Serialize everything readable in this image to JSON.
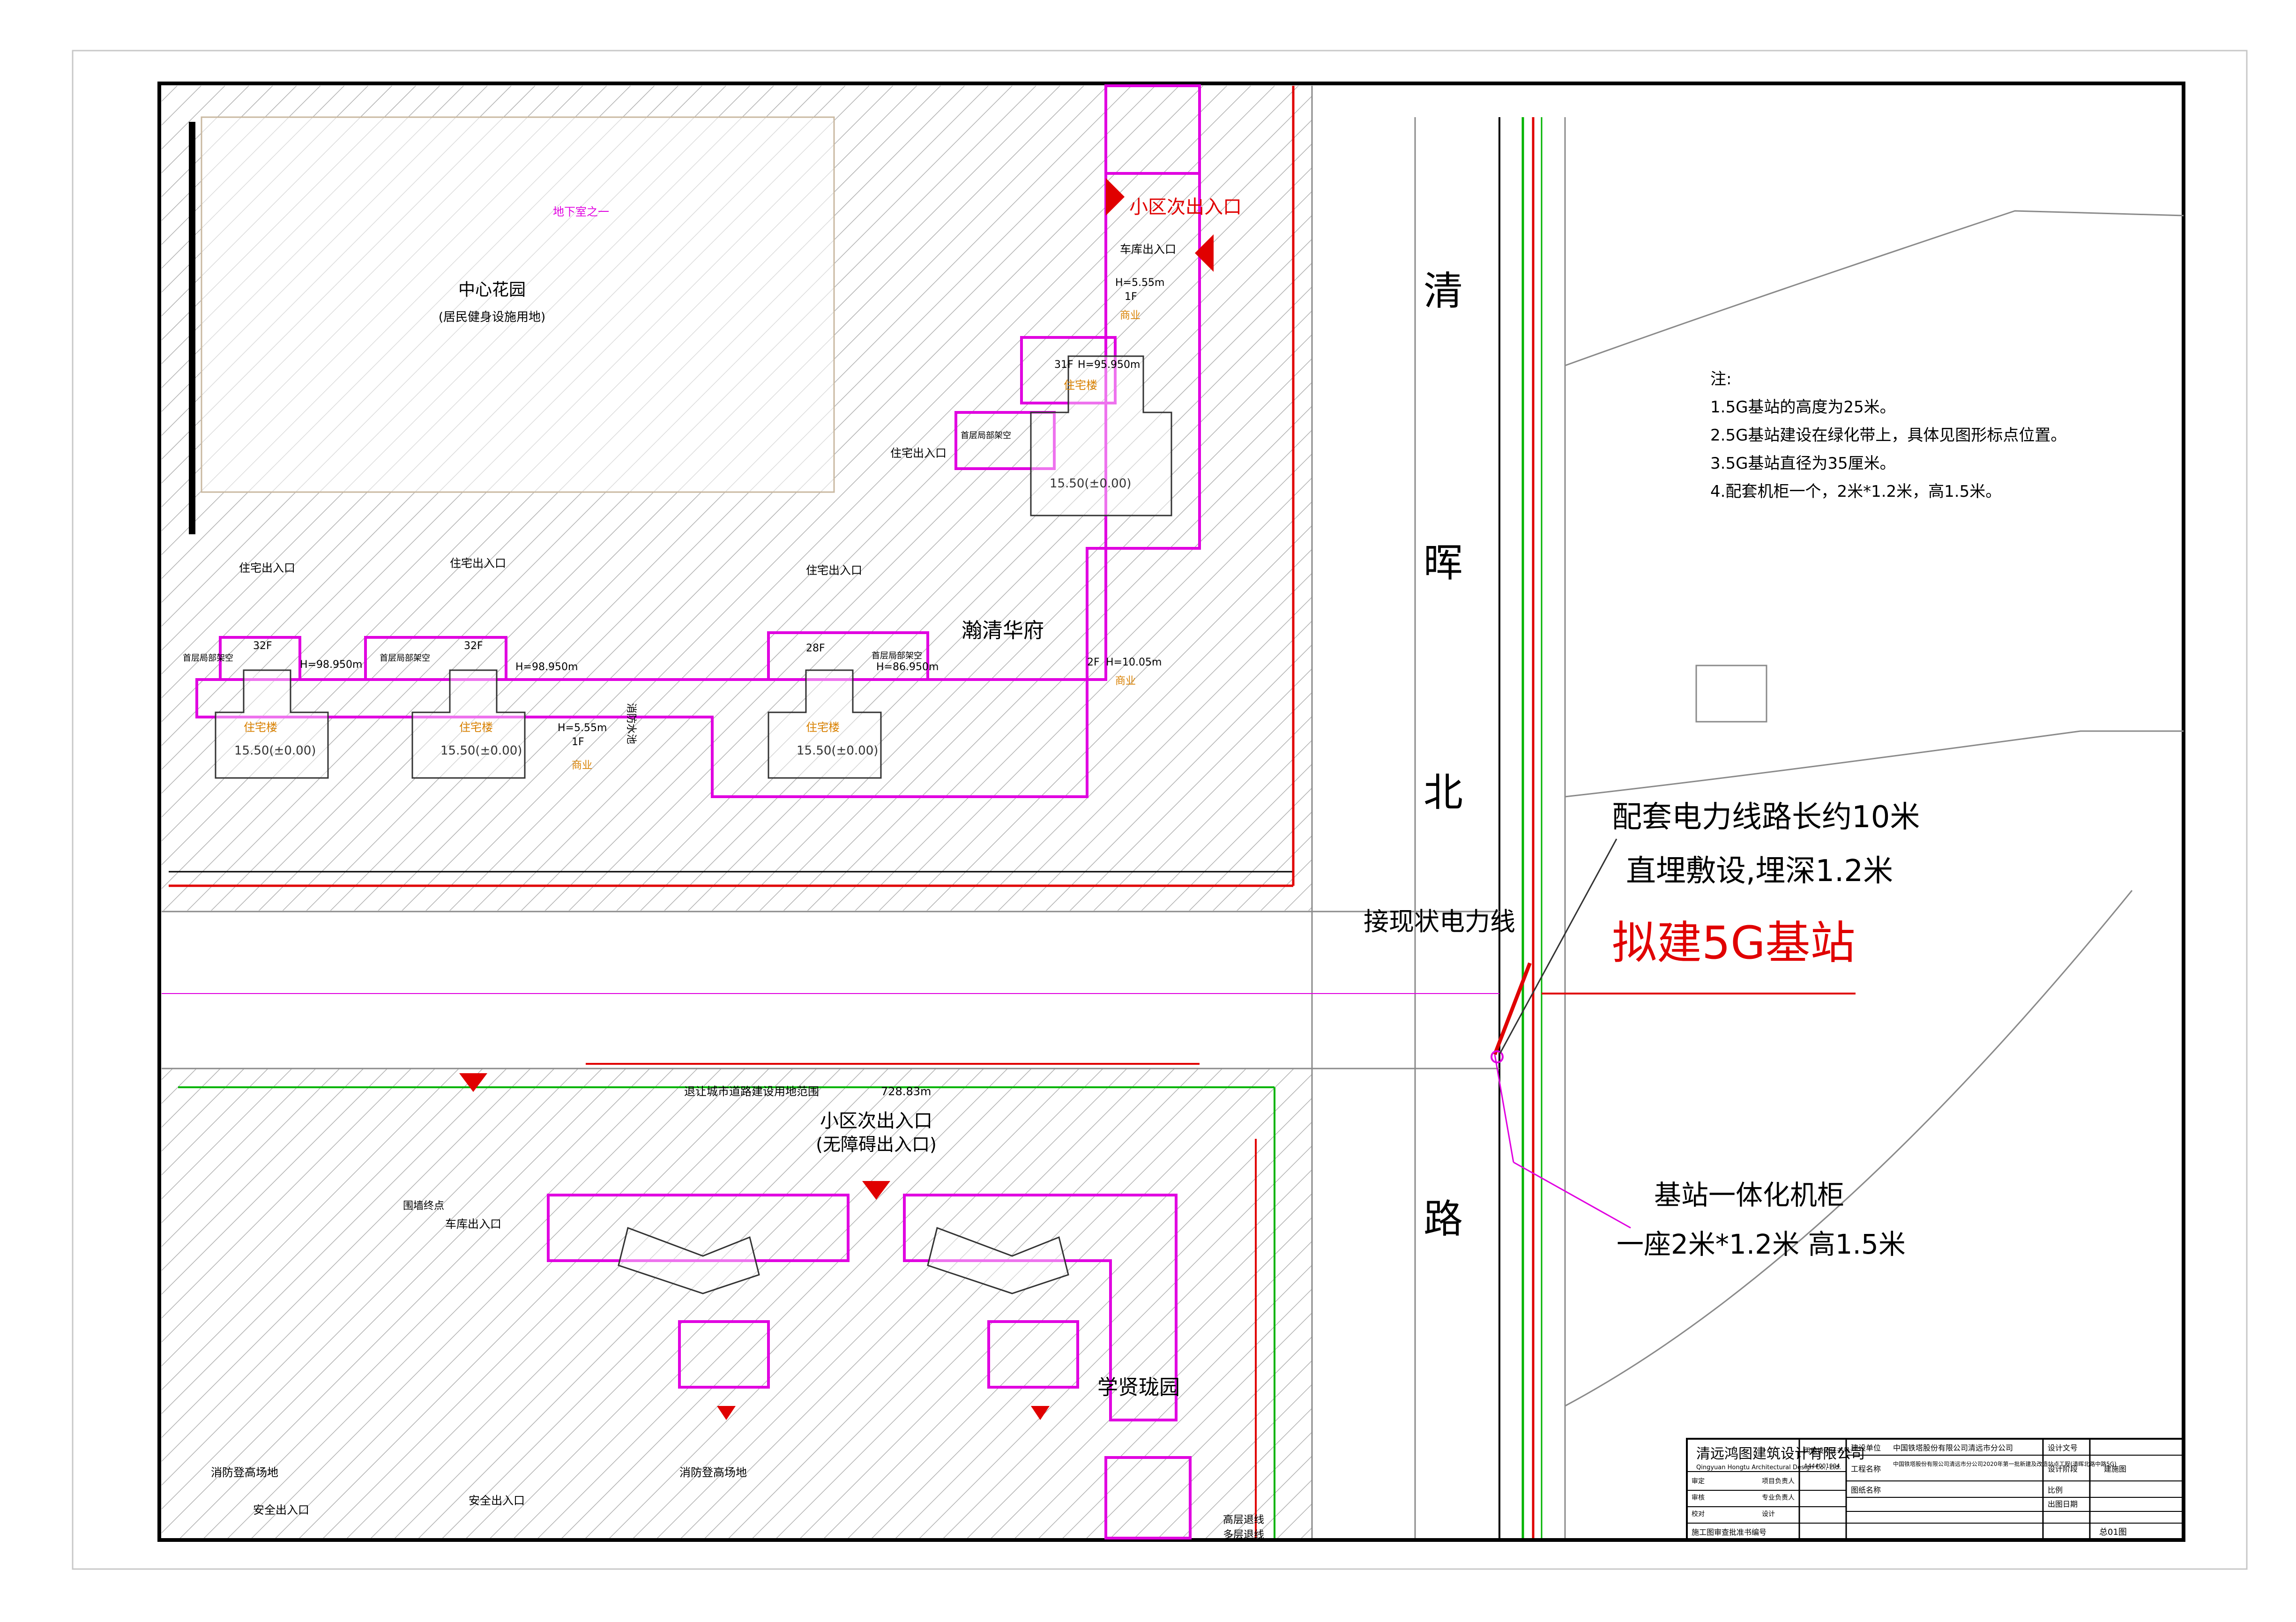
{
  "roads": {
    "qinghui_north_road": [
      "清",
      "晖",
      "北",
      "路"
    ]
  },
  "north_area": {
    "estate_name": "瀚清华府",
    "central_garden": "中心花园",
    "central_garden_note": "(居民健身设施用地)",
    "basement": "地下室之一",
    "secondary_entrance": "小区次出入口",
    "garage_entrance": "车库出入口",
    "residence_entrance": "住宅出入口",
    "fire_pool": "消防水池",
    "garage_ramp": "车库出入口",
    "buildings": [
      {
        "floors": "32F",
        "height": "H=98.950m",
        "elevation": "15.50(±0.00)"
      },
      {
        "floors": "32F",
        "height": "H=98.950m",
        "elevation": "15.50(±0.00)"
      },
      {
        "floors": "28F",
        "height": "H=86.950m",
        "elevation": "15.50(±0.00)"
      },
      {
        "floors": "31F",
        "height": "H=95.950m",
        "elevation": "15.50(±0.00)"
      }
    ],
    "commercial_1": {
      "height": "H=5.55m",
      "floors": "1F"
    },
    "commercial_2": {
      "height": "H=5.55m",
      "floors": "1F"
    },
    "commercial_3": {
      "height": "H=10.05m",
      "floors": "2F"
    },
    "shop_label": "商业",
    "residential_label": "住宅楼",
    "overhead_label": "首层局部架空"
  },
  "south_area": {
    "estate_name": "学贤珑园",
    "secondary_entrance": "小区次出入口",
    "accessible_entrance": "(无障碍出入口)",
    "garage_entrance": "车库出入口",
    "fire_site": "消防登高场地",
    "safety_exit": "安全出入口",
    "road_reserve": "退让城市道路建设用地范围",
    "high_rise": "高层退线",
    "multi_storey": "多层退线",
    "fence": "围墙终点",
    "dim_1": "728.83m"
  },
  "notes": {
    "heading": "注:",
    "items": [
      "1.5G基站的高度为25米。",
      "2.5G基站建设在绿化带上，具体见图形标点位置。",
      "3.5G基站直径为35厘米。",
      "4.配套机柜一个，2米*1.2米，高1.5米。"
    ]
  },
  "callouts": {
    "power_line_1": "配套电力线路长约10米",
    "power_line_2": "直埋敷设,埋深1.2米",
    "existing_power": "接现状电力线",
    "proposed_station": "拟建5G基站",
    "cabinet_1": "基站一体化机柜",
    "cabinet_2": "一座2米*1.2米 高1.5米"
  },
  "title_block": {
    "company": "清远鸿图建筑设计有限公司",
    "company_en": "Qingyuan Hongtu Architectural Design Co., Ltd.",
    "cert": "丙级设计证书号:",
    "cert_no": "A444001904",
    "client_label": "建设单位",
    "client": "中国铁塔股份有限公司清远市分公司",
    "doc_label": "设计文号",
    "project_label": "工程名称",
    "project": "中国铁塔股份有限公司清远市分公司2020年第一批新建及改造站点工程(清晖北路中路5G)",
    "stage_label": "设计阶段",
    "stage": "建施图",
    "drawing_label": "图纸名称",
    "scale_label": "比例",
    "date_label": "出图日期",
    "roles": [
      "审定",
      "审核",
      "校对",
      "设计",
      "专业负责人",
      "项目负责人"
    ],
    "bottom_note": "施工图审查批准书编号",
    "sheet_no": "总01图"
  },
  "colors": {
    "hatch": "#b5b5b5",
    "magenta": "#e000e0",
    "red": "#e00000",
    "green": "#00b400",
    "gray_line": "#8a8a8a"
  }
}
